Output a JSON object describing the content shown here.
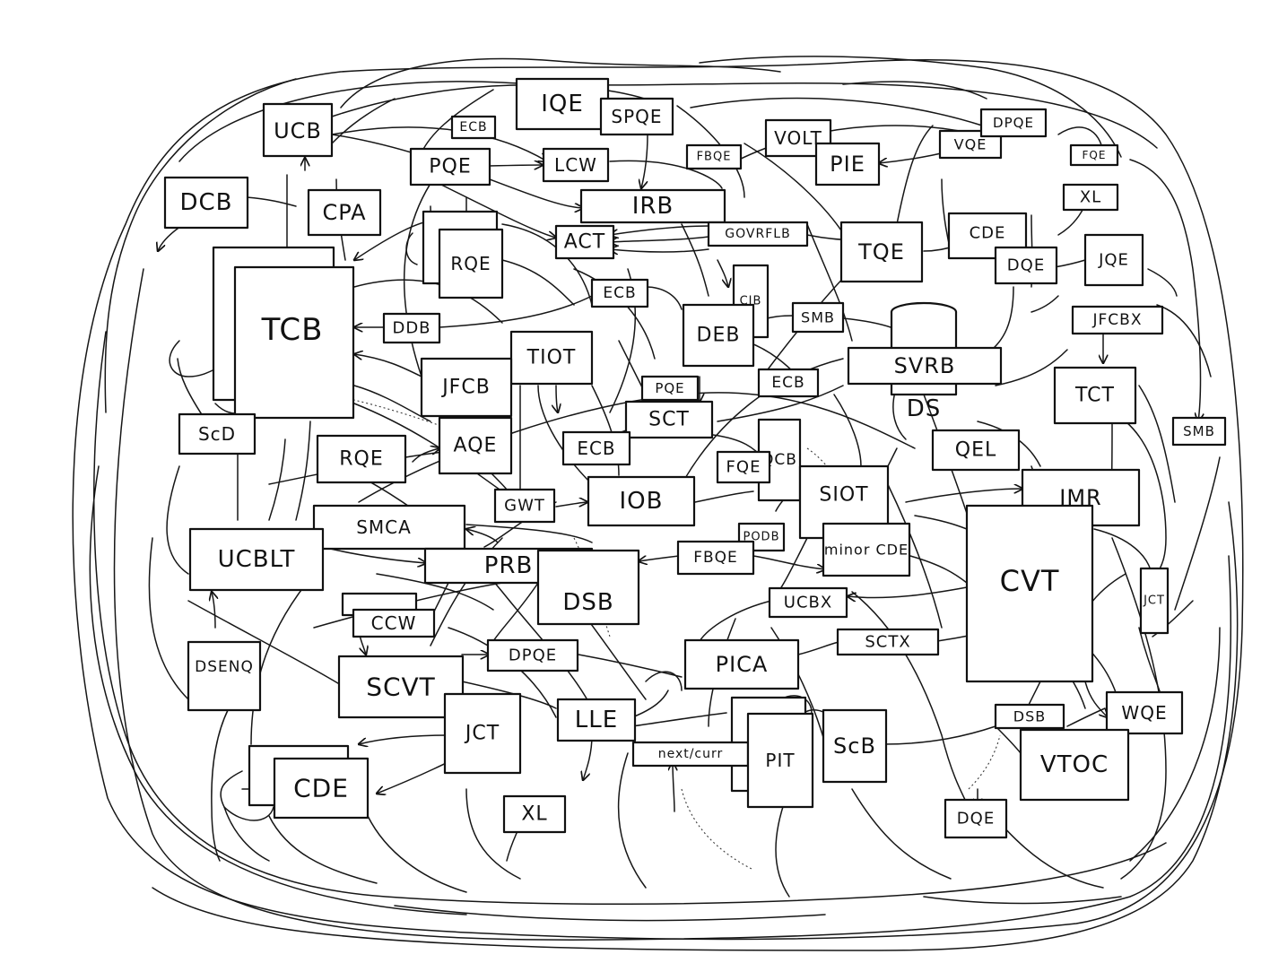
{
  "diagram": {
    "boxes": [
      {
        "id": "iqe",
        "label": "IQE"
      },
      {
        "id": "spqe",
        "label": "SPQE"
      },
      {
        "id": "ucb",
        "label": "UCB"
      },
      {
        "id": "ecb1",
        "label": "ECB"
      },
      {
        "id": "pqe1",
        "label": "PQE"
      },
      {
        "id": "lcw",
        "label": "LCW"
      },
      {
        "id": "dcb",
        "label": "DCB"
      },
      {
        "id": "cpa",
        "label": "CPA"
      },
      {
        "id": "irb",
        "label": "IRB"
      },
      {
        "id": "act",
        "label": "ACT"
      },
      {
        "id": "rqe1",
        "label": "RQE"
      },
      {
        "id": "fbqe1",
        "label": "FBQE"
      },
      {
        "id": "volt",
        "label": "VOLT"
      },
      {
        "id": "pie",
        "label": "PIE"
      },
      {
        "id": "vqe",
        "label": "VQE"
      },
      {
        "id": "dpqe1",
        "label": "DPQE"
      },
      {
        "id": "fqe1",
        "label": "FQE"
      },
      {
        "id": "xl1",
        "label": "XL"
      },
      {
        "id": "govrflb",
        "label": "GOVRFLB"
      },
      {
        "id": "tqe",
        "label": "TQE"
      },
      {
        "id": "cde1",
        "label": "CDE"
      },
      {
        "id": "dqe1",
        "label": "DQE"
      },
      {
        "id": "jqe",
        "label": "JQE"
      },
      {
        "id": "tcb",
        "label": "TCB"
      },
      {
        "id": "ecb2",
        "label": "ECB"
      },
      {
        "id": "cib",
        "label": "CIB"
      },
      {
        "id": "smb1",
        "label": "SMB"
      },
      {
        "id": "jfcbx",
        "label": "JFCBX"
      },
      {
        "id": "ddb",
        "label": "DDB"
      },
      {
        "id": "deb",
        "label": "DEB"
      },
      {
        "id": "tiot",
        "label": "TIOT"
      },
      {
        "id": "jfcb",
        "label": "JFCB"
      },
      {
        "id": "pqe2",
        "label": "PQE"
      },
      {
        "id": "ecb3",
        "label": "ECB"
      },
      {
        "id": "svrb",
        "label": "SVRB"
      },
      {
        "id": "ds",
        "label": "DS"
      },
      {
        "id": "tct",
        "label": "TCT"
      },
      {
        "id": "scd",
        "label": "ScD"
      },
      {
        "id": "sct",
        "label": "SCT"
      },
      {
        "id": "aqe",
        "label": "AQE"
      },
      {
        "id": "rqe2",
        "label": "RQE"
      },
      {
        "id": "ecb4",
        "label": "ECB"
      },
      {
        "id": "qcb",
        "label": "QCB"
      },
      {
        "id": "qel",
        "label": "QEL"
      },
      {
        "id": "smb2",
        "label": "SMB"
      },
      {
        "id": "fqe2",
        "label": "FQE"
      },
      {
        "id": "gwt",
        "label": "GWT"
      },
      {
        "id": "iob",
        "label": "IOB"
      },
      {
        "id": "siot",
        "label": "SIOT"
      },
      {
        "id": "jmr",
        "label": "JMR"
      },
      {
        "id": "smca",
        "label": "SMCA"
      },
      {
        "id": "podb",
        "label": "PODB"
      },
      {
        "id": "ucblt",
        "label": "UCBLT"
      },
      {
        "id": "prb",
        "label": "PRB"
      },
      {
        "id": "fbqe2",
        "label": "FBQE"
      },
      {
        "id": "minorcde",
        "label": "minor CDE"
      },
      {
        "id": "cvt",
        "label": "CVT"
      },
      {
        "id": "dsb1",
        "label": "DSB"
      },
      {
        "id": "ucbx",
        "label": "UCBX"
      },
      {
        "id": "jct1",
        "label": "JCT"
      },
      {
        "id": "ccw",
        "label": "CCW"
      },
      {
        "id": "dpqe2",
        "label": "DPQE"
      },
      {
        "id": "pica",
        "label": "PICA"
      },
      {
        "id": "sctx",
        "label": "SCTX"
      },
      {
        "id": "dsenq",
        "label": "DSENQ"
      },
      {
        "id": "scvt",
        "label": "SCVT"
      },
      {
        "id": "lle",
        "label": "LLE"
      },
      {
        "id": "dsb2",
        "label": "DSB"
      },
      {
        "id": "wqe",
        "label": "WQE"
      },
      {
        "id": "jct2",
        "label": "JCT"
      },
      {
        "id": "nextcurr",
        "label": "next/curr"
      },
      {
        "id": "pit",
        "label": "PIT"
      },
      {
        "id": "scb",
        "label": "ScB"
      },
      {
        "id": "vtoc",
        "label": "VTOC"
      },
      {
        "id": "cde2",
        "label": "CDE"
      },
      {
        "id": "xl2",
        "label": "XL"
      },
      {
        "id": "dqe2",
        "label": "DQE"
      }
    ]
  }
}
